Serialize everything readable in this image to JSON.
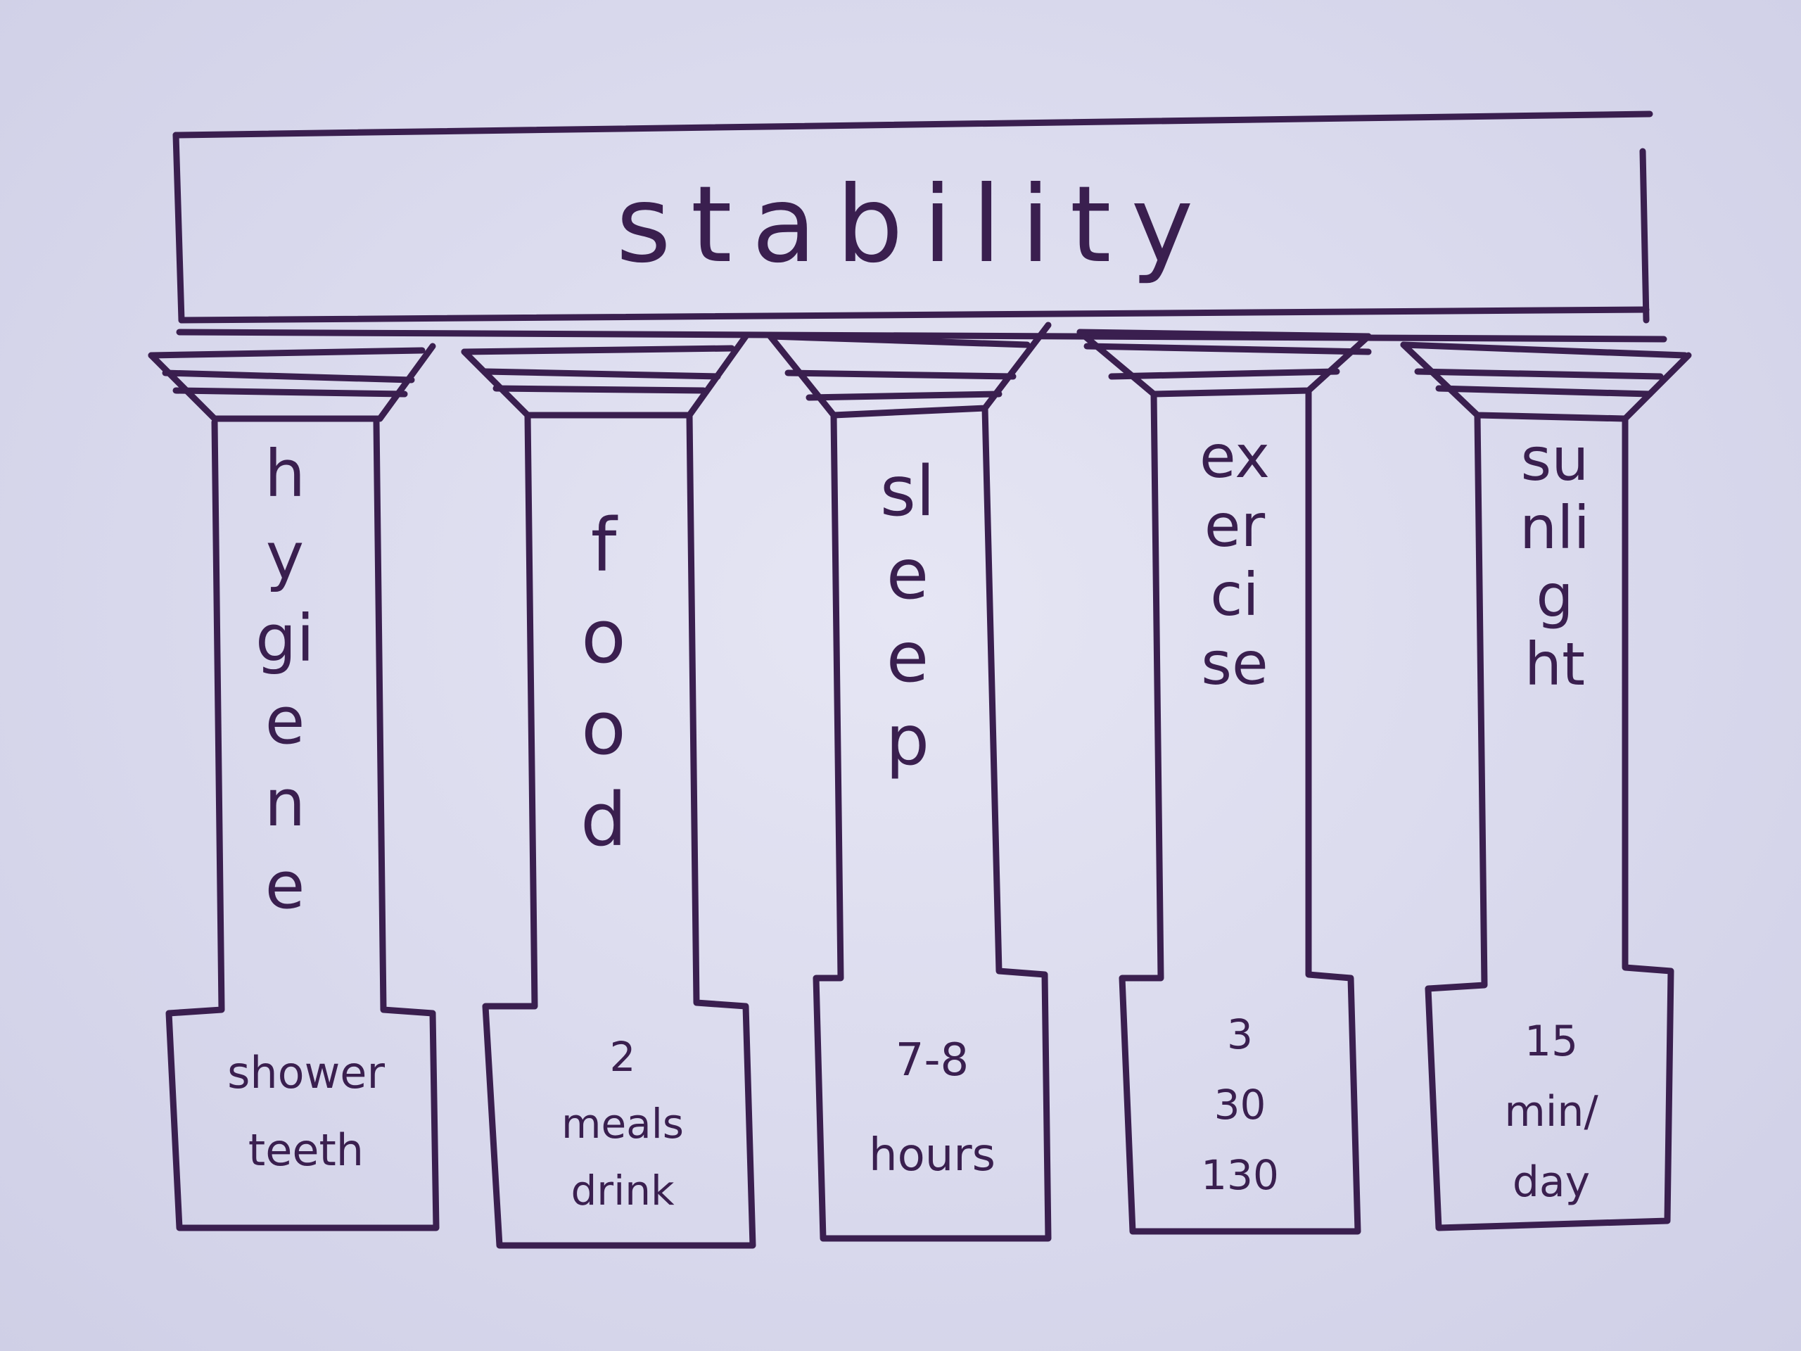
{
  "title": "stability",
  "pillars": [
    {
      "name": "hygiene",
      "base": "shower\nteeth"
    },
    {
      "name": "food",
      "base": "2\nmeals\ndrink"
    },
    {
      "name": "sleep",
      "base": "7-8\nhours"
    },
    {
      "name": "exercise",
      "base": "3\n30\n130"
    },
    {
      "name": "sunlight",
      "base": "15\nmin/\nday"
    }
  ],
  "colors": {
    "ink": "#3a1f4f",
    "paper": "#dcdcee"
  }
}
